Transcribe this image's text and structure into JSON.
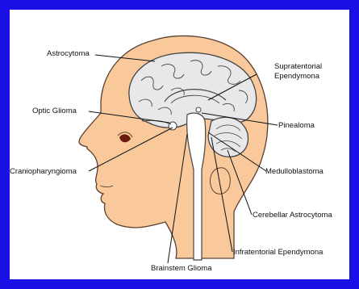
{
  "colors": {
    "frame": "#1a10e6",
    "background": "#ffffff",
    "skin": "#f9c99c",
    "skin_outline": "#5a4030",
    "brain": "#e8e8ea",
    "brain_outline": "#444444",
    "brainstem": "#ffffff",
    "leader_line": "#111111",
    "eye": "#6b1a10"
  },
  "labels": {
    "astrocytoma": "Astrocytoma",
    "optic_glioma": "Optic Glioma",
    "craniopharyngioma": "Craniopharyngioma",
    "brainstem_glioma": "Brainstem Glioma",
    "supratentorial_ependymoma_line1": "Supratentorial",
    "supratentorial_ependymoma_line2": "Ependymona",
    "pinealoma": "Pinealoma",
    "medulloblastoma": "Medulloblastoma",
    "cerebellar_astrocytoma": "Cerebellar Astrocytoma",
    "infratentorial_ependymoma": "Infratentorial Ependymona"
  }
}
